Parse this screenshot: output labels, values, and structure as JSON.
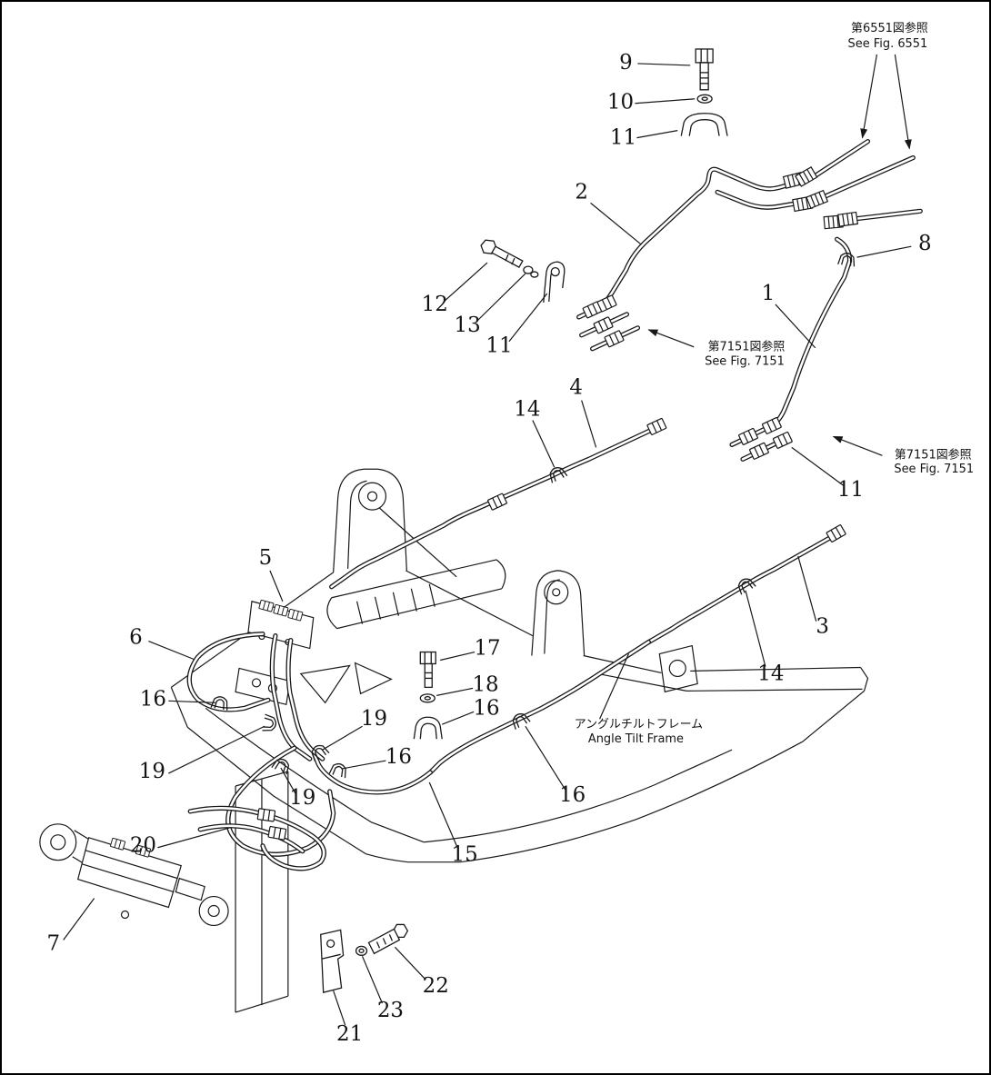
{
  "page": {
    "background": "#ffffff",
    "border_color": "#000000",
    "ink": "#181818"
  },
  "figure": {
    "description": "Hydraulic piping exploded parts diagram on angle tilt frame",
    "notes": {
      "fig6551": {
        "jp": "第6551図参照",
        "en": "See Fig. 6551"
      },
      "fig7151_left": {
        "jp": "第7151図参照",
        "en": "See Fig. 7151"
      },
      "fig7151_right": {
        "jp": "第7151図参照",
        "en": "See Fig. 7151"
      },
      "frame": {
        "jp": "アングルチルトフレーム",
        "en": "Angle Tilt Frame"
      }
    },
    "callouts": [
      {
        "label": "9"
      },
      {
        "label": "10"
      },
      {
        "label": "11"
      },
      {
        "label": "2"
      },
      {
        "label": "12"
      },
      {
        "label": "13"
      },
      {
        "label": "11"
      },
      {
        "label": "8"
      },
      {
        "label": "1"
      },
      {
        "label": "14"
      },
      {
        "label": "4"
      },
      {
        "label": "11"
      },
      {
        "label": "5"
      },
      {
        "label": "6"
      },
      {
        "label": "16"
      },
      {
        "label": "19"
      },
      {
        "label": "19"
      },
      {
        "label": "17"
      },
      {
        "label": "18"
      },
      {
        "label": "16"
      },
      {
        "label": "16"
      },
      {
        "label": "19"
      },
      {
        "label": "3"
      },
      {
        "label": "14"
      },
      {
        "label": "20"
      },
      {
        "label": "16"
      },
      {
        "label": "15"
      },
      {
        "label": "7"
      },
      {
        "label": "22"
      },
      {
        "label": "23"
      },
      {
        "label": "21"
      }
    ]
  }
}
